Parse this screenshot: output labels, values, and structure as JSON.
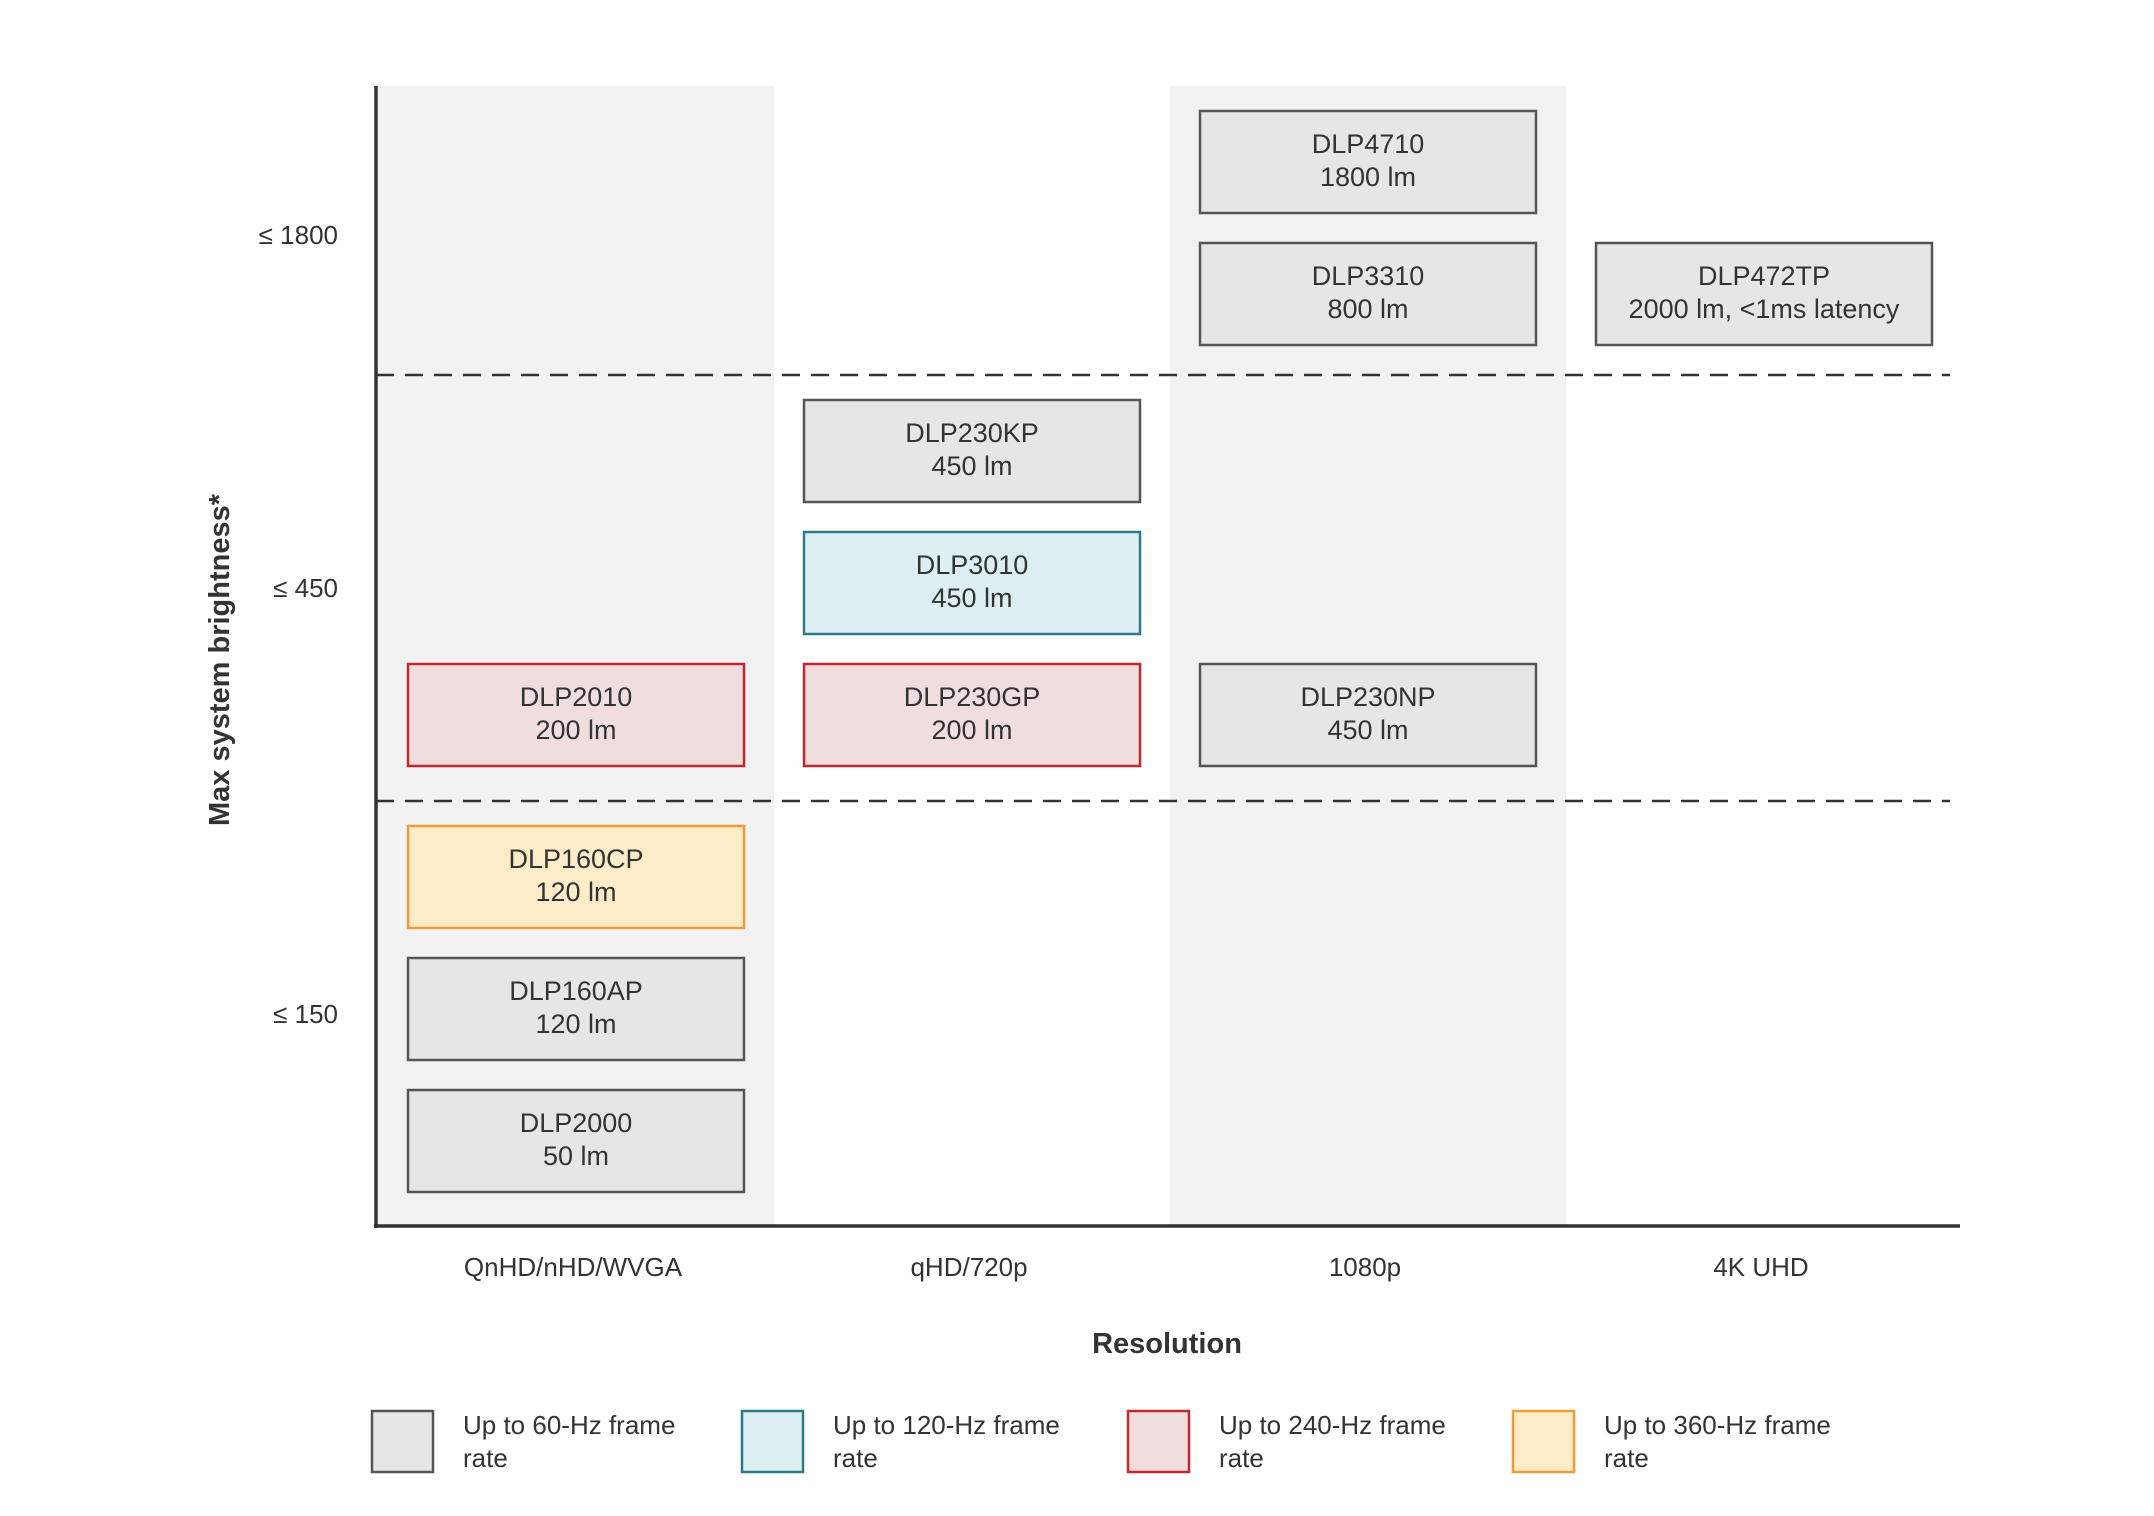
{
  "axes": {
    "y_title": "Max system brightness*",
    "x_title": "Resolution",
    "y_ticks": [
      "≤ 1800",
      "≤ 450",
      "≤ 150"
    ],
    "x_categories": [
      "QnHD/nHD/WVGA",
      "qHD/720p",
      "1080p",
      "4K UHD"
    ]
  },
  "colors": {
    "band_fill": "#f2f2f2",
    "axis": "#333333",
    "divider": "#333333"
  },
  "legend": [
    {
      "key": "60hz",
      "label_line1": "Up to 60-Hz frame",
      "label_line2": "rate",
      "fill": "#e6e6e6",
      "stroke": "#555555"
    },
    {
      "key": "120hz",
      "label_line1": "Up to 120-Hz frame",
      "label_line2": "rate",
      "fill": "#ddeff3",
      "stroke": "#2e7a8a"
    },
    {
      "key": "240hz",
      "label_line1": "Up to 240-Hz frame",
      "label_line2": "rate",
      "fill": "#f0dede",
      "stroke": "#c0282d"
    },
    {
      "key": "360hz",
      "label_line1": "Up to 360-Hz frame",
      "label_line2": "rate",
      "fill": "#fdecc8",
      "stroke": "#ef9b3c"
    }
  ],
  "chips": [
    {
      "name": "DLP4710",
      "brightness": "1800 lm",
      "col": 2,
      "tier": 0,
      "slot": 0,
      "rate": "60hz"
    },
    {
      "name": "DLP3310",
      "brightness": "800 lm",
      "col": 2,
      "tier": 0,
      "slot": 1,
      "rate": "60hz"
    },
    {
      "name": "DLP472TP",
      "brightness": "2000 lm, <1ms latency",
      "col": 3,
      "tier": 0,
      "slot": 1,
      "rate": "60hz"
    },
    {
      "name": "DLP230KP",
      "brightness": "450 lm",
      "col": 1,
      "tier": 1,
      "slot": 0,
      "rate": "60hz"
    },
    {
      "name": "DLP3010",
      "brightness": "450 lm",
      "col": 1,
      "tier": 1,
      "slot": 1,
      "rate": "120hz"
    },
    {
      "name": "DLP2010",
      "brightness": "200 lm",
      "col": 0,
      "tier": 1,
      "slot": 2,
      "rate": "240hz"
    },
    {
      "name": "DLP230GP",
      "brightness": "200 lm",
      "col": 1,
      "tier": 1,
      "slot": 2,
      "rate": "240hz"
    },
    {
      "name": "DLP230NP",
      "brightness": "450 lm",
      "col": 2,
      "tier": 1,
      "slot": 2,
      "rate": "60hz"
    },
    {
      "name": "DLP160CP",
      "brightness": "120 lm",
      "col": 0,
      "tier": 2,
      "slot": 0,
      "rate": "360hz"
    },
    {
      "name": "DLP160AP",
      "brightness": "120 lm",
      "col": 0,
      "tier": 2,
      "slot": 1,
      "rate": "60hz"
    },
    {
      "name": "DLP2000",
      "brightness": "50 lm",
      "col": 0,
      "tier": 2,
      "slot": 2,
      "rate": "60hz"
    }
  ]
}
